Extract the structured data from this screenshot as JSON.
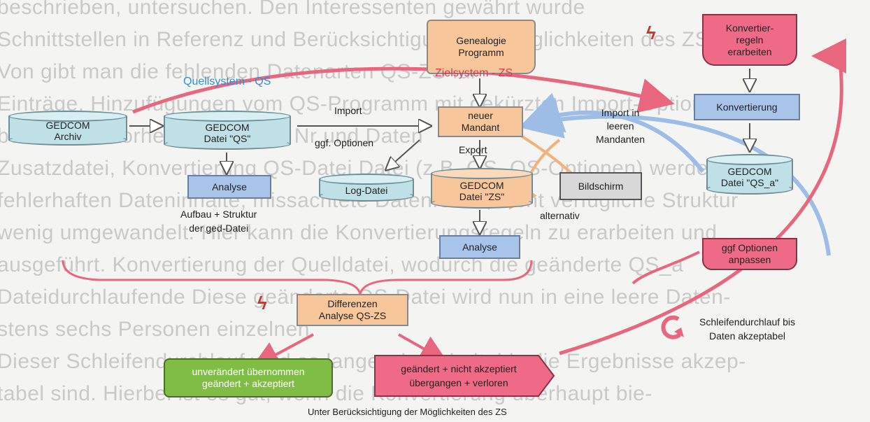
{
  "background_text": [
    "beschrieben, untersuchen. Den Interessenten gewährt wurde",
    "Schnittstellen in Referenz und Berücksichtigung der Möglichkeiten des ZS",
    "Von gibt man die fehlenden Datenarten QS-ZS für",
    "Einträge, Hinzufügungen vom QS-Programm mit gekürzten Import-Optionen",
    "benzimmer vorher, Durchlaufe Nr und Daten",
    "Zusatzdatei, Konvertierung QS-Datei Datei (z.B. QS, QS-Optionen) werden die",
    "fehlerhaften Dateninhalte, missachtete Datenfelder, nicht verfügliche Struktur",
    "wenig umgewandelt. Hier kann die Konvertierungsregeln zu erarbeiten und",
    "ausgeführt. Konvertierung der Quelldatei, wodurch die geänderte QS_a",
    "Dateidurchlaufende Diese geänderte QS-Datei wird nun in eine leere Daten-",
    "stens sechs Personen einzelnen",
    "Dieser Schleifendurchlauf wird so lange wiederholt, bis die Ergebnisse akzep-",
    "tabel sind. Hierbei ist es gut, wenn die Konvertierung überhaupt bie-"
  ],
  "nodes": {
    "gedcom_archiv": "GEDCOM\nArchiv",
    "gedcom_qs": "GEDCOM\nDatei \"QS\"",
    "analyse_qs": "Analyse",
    "log_datei": "Log-Datei",
    "genealogie": "Genealogie\nProgramm",
    "neuer_mandant": "neuer\nMandant",
    "gedcom_zs": "GEDCOM\nDatei \"ZS\"",
    "bildschirm": "Bildschirm",
    "analyse_zs": "Analyse",
    "differenzen": "Differenzen\nAnalyse QS-ZS",
    "konvertierregeln": "Konvertier-\nregeln\nerarbeiten",
    "konvertierung": "Konvertierung",
    "gedcom_qs_a": "GEDCOM\nDatei \"QS_a\"",
    "ggf_optionen": "ggf Optionen\nanpassen",
    "unveraendert": "unverändert übernommen\ngeändert + akzeptiert",
    "geaendert": "geändert + nicht akzeptiert\nübergangen + verloren"
  },
  "labels": {
    "quellsystem": "Quellsystem - QS",
    "zielsystem": "Zielsystem - ZS",
    "import": "Import",
    "ggf_optionen": "ggf. Optionen",
    "export": "Export",
    "import_leeren": "Import in\nleeren\nMandanten",
    "alternativ": "alternativ",
    "aufbau": "Aufbau + Struktur\nder ged-Datei",
    "schleife": "Schleifendurchlauf bis\nDaten akzeptabel",
    "footer": "Unter Berücksichtigung der Möglichkeiten des ZS"
  },
  "icons": {
    "bolt_top": "lightning-icon",
    "bolt_bottom": "lightning-icon",
    "loop": "loop-arrow-icon"
  },
  "colors": {
    "orange": "#f7c69b",
    "blue": "#a9c4ea",
    "pink": "#ef6a86",
    "green": "#7fbd44",
    "cylinder": "#bfe0e6",
    "red_arrow": "#e8677f",
    "blue_arrow": "#9ebde6",
    "orange_arrow": "#f2b27a",
    "title_blue": "#2f8fd0",
    "title_red": "#e0394f"
  }
}
